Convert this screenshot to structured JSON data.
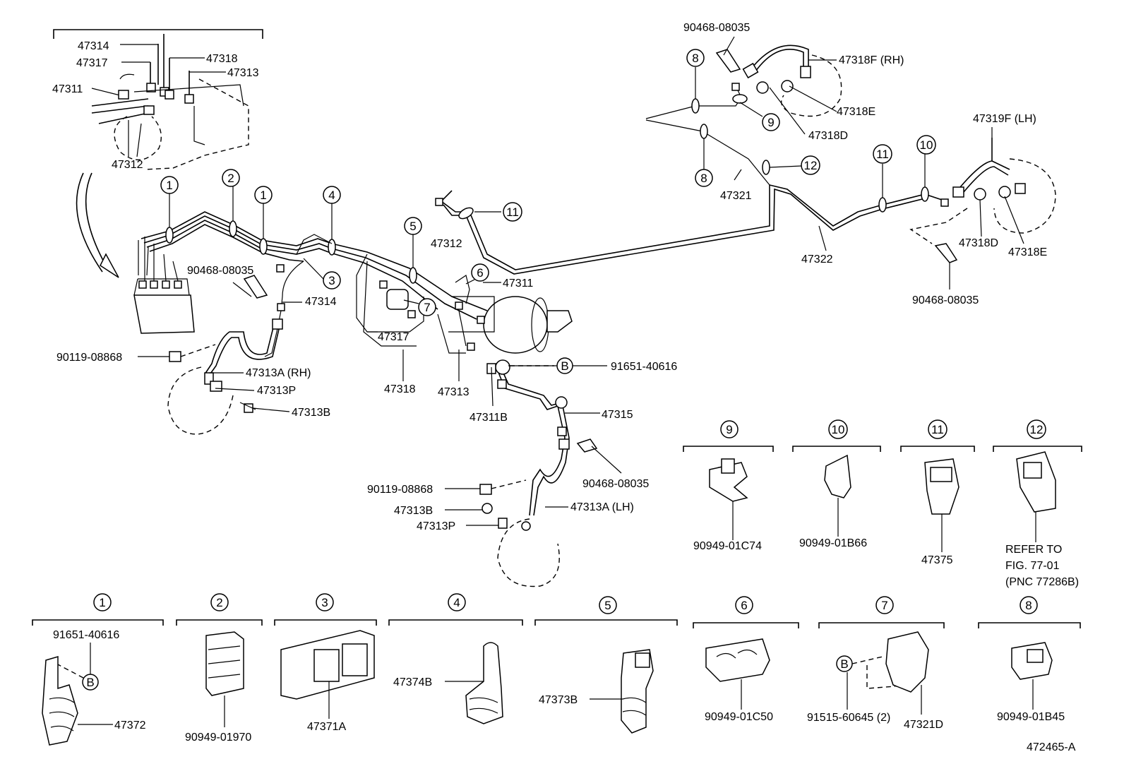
{
  "parts": {
    "p47314": "47314",
    "p47317": "47317",
    "p47318": "47318",
    "p47313": "47313",
    "p47311": "47311",
    "p47312": "47312",
    "p90468_08035": "90468-08035",
    "p90119_08868": "90119-08868",
    "p47313A_RH": "47313A (RH)",
    "p47313P": "47313P",
    "p47313B": "47313B",
    "p47311B": "47311B",
    "p91651_40616": "91651-40616",
    "p47315": "47315",
    "p47313A_LH": "47313A (LH)",
    "p47318F_RH": "47318F (RH)",
    "p47318E": "47318E",
    "p47318D": "47318D",
    "p47321": "47321",
    "p47322": "47322",
    "p47319F_LH": "47319F (LH)",
    "p90949_01C74": "90949-01C74",
    "p90949_01B66": "90949-01B66",
    "p47375": "47375",
    "refer1": "REFER TO",
    "refer2": "FIG. 77-01",
    "refer3": "(PNC 77286B)",
    "p47372": "47372",
    "p90949_01970": "90949-01970",
    "p47371A": "47371A",
    "p47374B": "47374B",
    "p47373B": "47373B",
    "p90949_01C50": "90949-01C50",
    "p91515_60645": "91515-60645 (2)",
    "p47321D": "47321D",
    "p90949_01B45": "90949-01B45",
    "fig_id": "472465-A"
  },
  "callouts": {
    "c1": "1",
    "c2": "2",
    "c3": "3",
    "c4": "4",
    "c5": "5",
    "c6": "6",
    "c7": "7",
    "c8": "8",
    "c9": "9",
    "c10": "10",
    "c11": "11",
    "c12": "12",
    "cB": "B"
  }
}
